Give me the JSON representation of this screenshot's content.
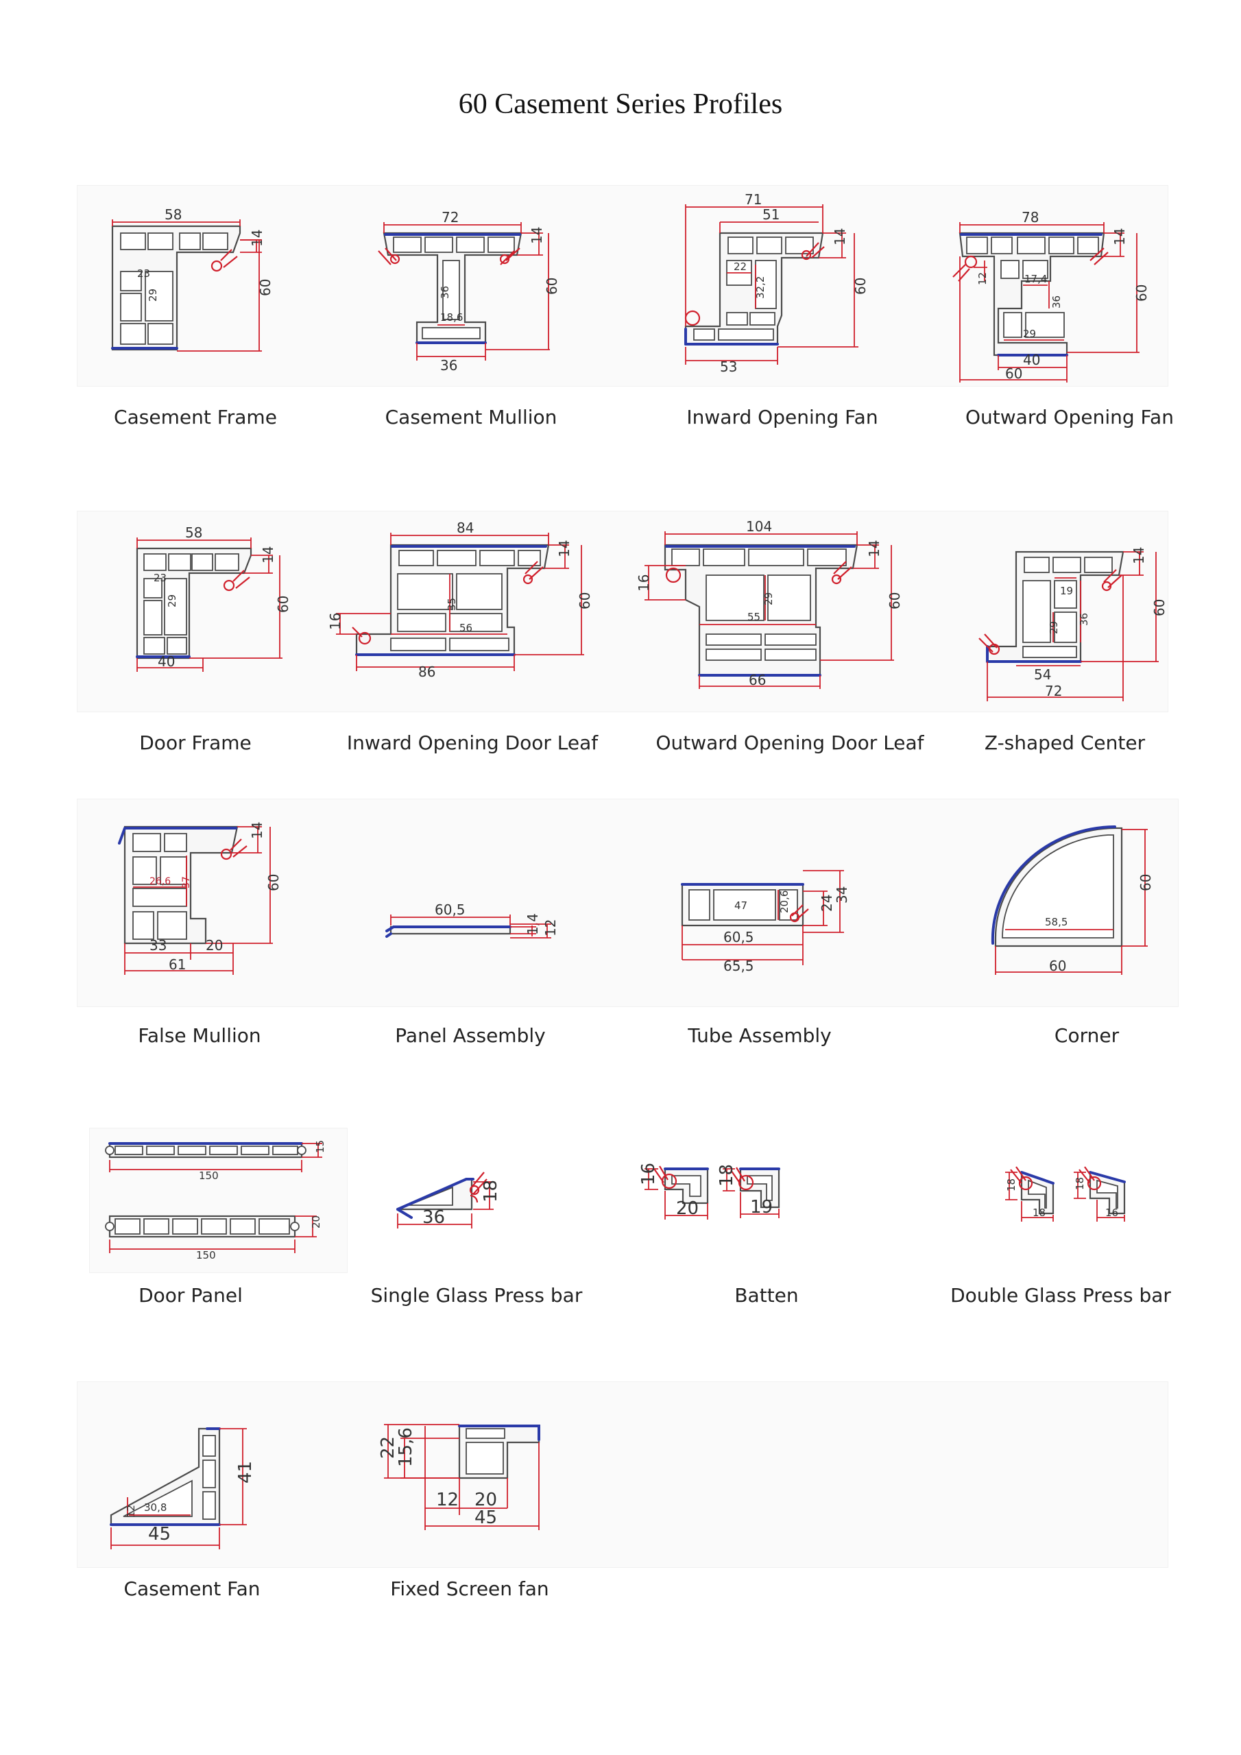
{
  "page": {
    "title": "60 Casement Series Profiles"
  },
  "profiles": [
    {
      "caption": "Casement Frame",
      "dims": [
        "58",
        "14",
        "60",
        "23",
        "29"
      ]
    },
    {
      "caption": "Casement Mullion",
      "dims": [
        "72",
        "14",
        "60",
        "36",
        "18,6",
        "36"
      ]
    },
    {
      "caption": "Inward Opening Fan",
      "dims": [
        "71",
        "51",
        "14",
        "60",
        "22",
        "32,2",
        "53"
      ]
    },
    {
      "caption": "Outward Opening Fan",
      "dims": [
        "78",
        "14",
        "60",
        "12",
        "17,4",
        "36",
        "29",
        "40",
        "60"
      ]
    },
    {
      "caption": "Door Frame",
      "dims": [
        "58",
        "14",
        "60",
        "23",
        "29",
        "40"
      ]
    },
    {
      "caption": "Inward Opening Door Leaf",
      "dims": [
        "84",
        "14",
        "60",
        "16",
        "35",
        "56",
        "86"
      ]
    },
    {
      "caption": "Outward Opening Door Leaf",
      "dims": [
        "104",
        "14",
        "60",
        "16",
        "29",
        "55",
        "66"
      ]
    },
    {
      "caption": "Z-shaped Center",
      "dims": [
        "14",
        "60",
        "19",
        "29",
        "36",
        "54",
        "72"
      ]
    },
    {
      "caption": "False Mullion",
      "dims": [
        "14",
        "60",
        "37",
        "26,6",
        "33",
        "20",
        "61"
      ]
    },
    {
      "caption": "Panel Assembly",
      "dims": [
        "60,5",
        "1,4",
        "12"
      ]
    },
    {
      "caption": "Tube Assembly",
      "dims": [
        "47",
        "20,6",
        "24",
        "34",
        "60,5",
        "65,5"
      ]
    },
    {
      "caption": "Corner",
      "dims": [
        "60",
        "58,5",
        "60"
      ]
    },
    {
      "caption": "Door Panel",
      "dims": [
        "15",
        "150",
        "20",
        "150"
      ]
    },
    {
      "caption": "Single Glass Press bar",
      "dims": [
        "18",
        "36"
      ]
    },
    {
      "caption": "Batten",
      "dims": [
        "16",
        "20",
        "18",
        "19"
      ]
    },
    {
      "caption": "Double Glass Press bar",
      "dims": [
        "18",
        "18",
        "18",
        "16"
      ]
    },
    {
      "caption": "Casement Fan",
      "dims": [
        "41",
        "12",
        "30,8",
        "45"
      ]
    },
    {
      "caption": "Fixed Screen fan",
      "dims": [
        "22",
        "15,6",
        "12",
        "20",
        "45"
      ]
    }
  ]
}
